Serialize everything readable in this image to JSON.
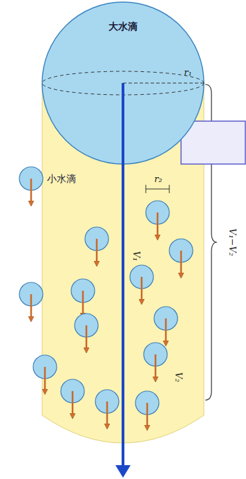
{
  "diagram": {
    "nodes": [
      {
        "text": [
          "大水滴"
        ]
      },
      {
        "text": [
          "小水滴"
        ]
      }
    ],
    "labels": [
      "r₁",
      "r₂",
      "V₁",
      "V₁−V₂",
      "V₂"
    ]
  }
}
